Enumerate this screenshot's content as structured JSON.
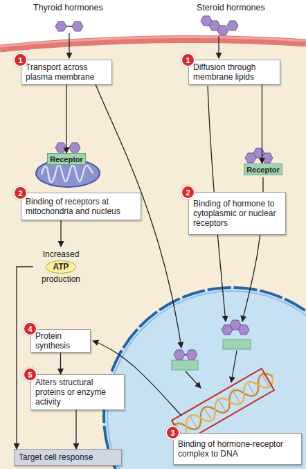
{
  "diagram": {
    "nodes": [
      {
        "text": [
          "Transport across plasma membrane"
        ]
      },
      {
        "text": [
          "Diffusion through membrane lipids"
        ]
      },
      {
        "text": [
          "Receptor"
        ]
      },
      {
        "text": [
          "Receptor"
        ]
      },
      {
        "text": [
          "Binding of receptors at mitochondria and nucleus"
        ]
      },
      {
        "text": [
          "Binding of hormone to cytoplasmic or nuclear receptors"
        ]
      },
      {
        "text": [
          "Increased",
          "ATP",
          "production"
        ]
      },
      {
        "text": [
          "Protein synthesis"
        ]
      },
      {
        "text": [
          "Alters structural proteins or enzyme activity"
        ]
      },
      {
        "text": [
          "Target cell response"
        ]
      },
      {
        "text": [
          "Binding of hormone-receptor complex to DNA"
        ]
      }
    ],
    "edges": [
      {
        "from": 0,
        "to": 2,
        "arrow": "to"
      },
      {
        "from": 1,
        "to": 3,
        "arrow": "to"
      },
      {
        "from": 4,
        "to": 6,
        "arrow": "to"
      },
      {
        "from": 6,
        "to": 9,
        "arrow": "to"
      },
      {
        "from": 7,
        "to": 8,
        "arrow": "to"
      },
      {
        "from": 8,
        "to": 9,
        "arrow": "to"
      }
    ],
    "labels": [
      "Thyroid hormones",
      "Steroid hormones",
      "1",
      "1",
      "2",
      "2",
      "4",
      "5",
      "3"
    ]
  }
}
